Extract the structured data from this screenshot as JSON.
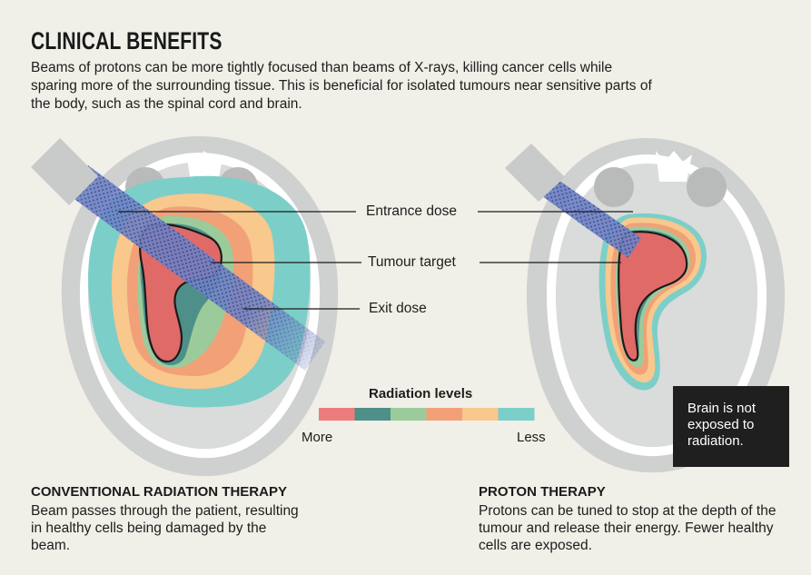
{
  "title": "CLINICAL BENEFITS",
  "intro": "Beams of protons can be more tightly focused than beams of X-rays, killing cancer cells while sparing more of the surrounding tissue. This is beneficial for isolated tumours near sensitive parts of the body, such as the spinal cord and brain.",
  "labels": {
    "entrance_dose": "Entrance dose",
    "tumour_target": "Tumour target",
    "exit_dose": "Exit dose"
  },
  "legend": {
    "title": "Radiation levels",
    "more": "More",
    "less": "Less",
    "colors": [
      "#ec7d7c",
      "#4f8f89",
      "#9ccb9b",
      "#f2a077",
      "#f8c88d",
      "#7ccfc8"
    ]
  },
  "callout": "Brain is not exposed to radiation.",
  "conventional": {
    "heading": "CONVENTIONAL RADIATION THERAPY",
    "text": "Beam passes through the patient, resulting in healthy cells being damaged by the beam."
  },
  "proton": {
    "heading": "PROTON THERAPY",
    "text": "Protons can be tuned to stop at the depth of the tumour and release their energy. Fewer healthy cells are exposed."
  },
  "colors": {
    "background": "#f0efe8",
    "skull": "#cfd0d0",
    "brain": "#dadbdb",
    "beam": "#5b72b8",
    "beam_source": "#c9caca",
    "tumour": "#e06a68",
    "callout_bg": "#1f1f1f"
  }
}
